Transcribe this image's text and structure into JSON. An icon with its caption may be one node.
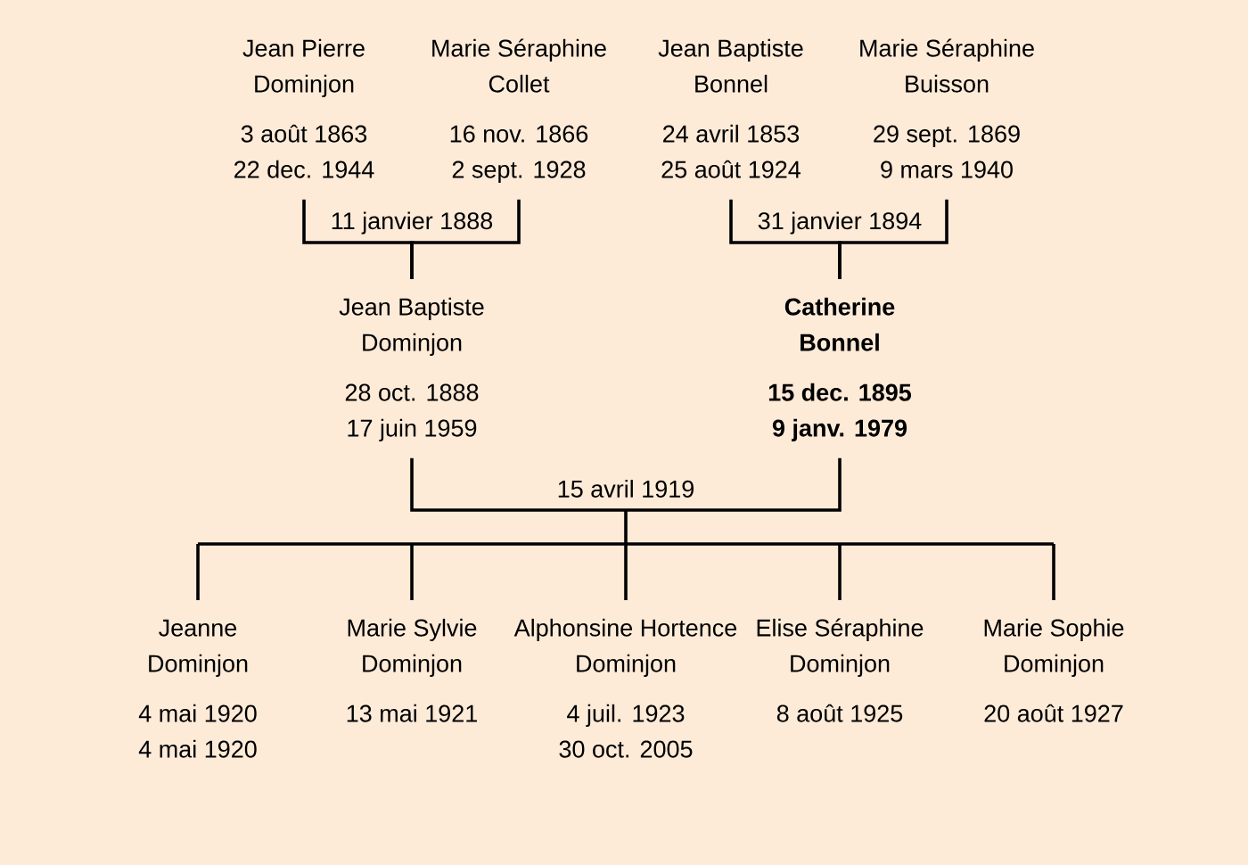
{
  "diagram": {
    "nodes": [
      {
        "text": [
          "Jean Pierre Dominjon",
          "3 août 1863",
          "22 dec. 1944"
        ]
      },
      {
        "text": [
          "Marie Séraphine Collet",
          "16 nov. 1866",
          "2 sept. 1928"
        ]
      },
      {
        "text": [
          "Jean Baptiste Bonnel",
          "24 avril 1853",
          "25 août 1924"
        ]
      },
      {
        "text": [
          "Marie Séraphine Buisson",
          "29 sept. 1869",
          "9 mars 1940"
        ]
      },
      {
        "text": [
          "Jean Baptiste Dominjon",
          "28 oct. 1888",
          "17 juin 1959"
        ]
      },
      {
        "text": [
          "Catherine Bonnel",
          "15 dec. 1895",
          "9 janv. 1979"
        ]
      },
      {
        "text": [
          "Jeanne Dominjon",
          "4 mai 1920",
          "4 mai 1920"
        ]
      },
      {
        "text": [
          "Marie Sylvie Dominjon",
          "13 mai 1921"
        ]
      },
      {
        "text": [
          "Alphonsine Hortence Dominjon",
          "4 juil. 1923",
          "30 oct. 2005"
        ]
      },
      {
        "text": [
          "Elise Séraphine Dominjon",
          "8 août 1925"
        ]
      },
      {
        "text": [
          "Marie Sophie Dominjon",
          "20 août 1927"
        ]
      }
    ],
    "edges": [
      {
        "from": 0,
        "to": 4,
        "arrow": "none"
      },
      {
        "from": 1,
        "to": 4,
        "arrow": "none"
      },
      {
        "from": 2,
        "to": 5,
        "arrow": "none"
      },
      {
        "from": 3,
        "to": 5,
        "arrow": "none"
      },
      {
        "from": 4,
        "to": 6,
        "arrow": "none"
      },
      {
        "from": 5,
        "to": 6,
        "arrow": "none"
      },
      {
        "from": 4,
        "to": 7,
        "arrow": "none"
      },
      {
        "from": 5,
        "to": 7,
        "arrow": "none"
      },
      {
        "from": 4,
        "to": 8,
        "arrow": "none"
      },
      {
        "from": 5,
        "to": 8,
        "arrow": "none"
      },
      {
        "from": 4,
        "to": 9,
        "arrow": "none"
      },
      {
        "from": 5,
        "to": 9,
        "arrow": "none"
      },
      {
        "from": 4,
        "to": 10,
        "arrow": "none"
      },
      {
        "from": 5,
        "to": 10,
        "arrow": "none"
      }
    ],
    "labels": [
      "11 janvier 1888",
      "31 janvier 1894",
      "15 avril 1919"
    ]
  }
}
